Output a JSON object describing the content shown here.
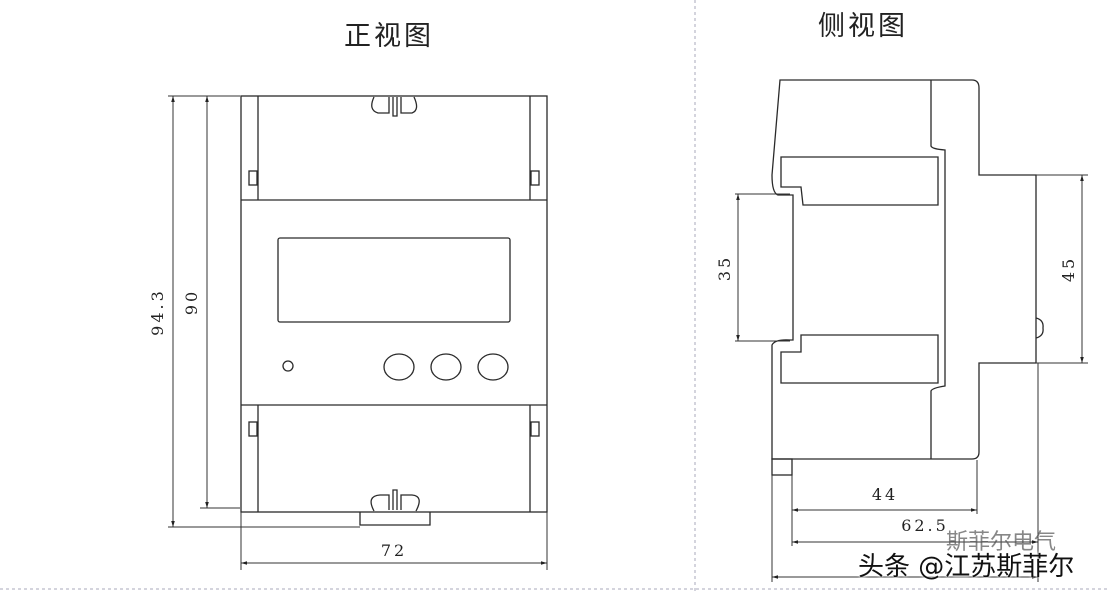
{
  "front_view": {
    "title": "正视图",
    "dims": {
      "height_total": "94.3",
      "height_body": "90",
      "width": "72"
    }
  },
  "side_view": {
    "title": "侧视图",
    "dims": {
      "rail": "35",
      "front_height": "45",
      "depth_body": "44",
      "depth_partial": "62.5"
    }
  },
  "watermark": {
    "brand": "斯菲尔电气",
    "source": "头条 @江苏斯菲尔"
  }
}
